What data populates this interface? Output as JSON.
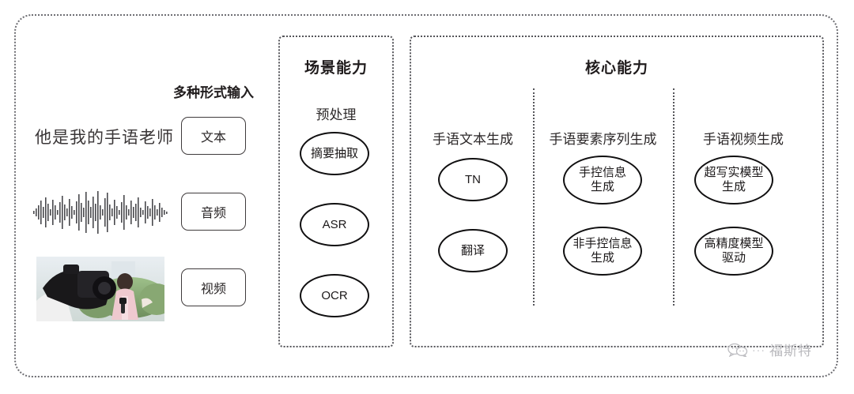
{
  "diagram": {
    "input_section": {
      "heading": "多种形式输入",
      "sample_text": "他是我的手语老师",
      "modalities": [
        {
          "label": "文本",
          "media": "text-sample"
        },
        {
          "label": "音频",
          "media": "audio-waveform"
        },
        {
          "label": "视频",
          "media": "video-thumbnail"
        }
      ]
    },
    "panels": [
      {
        "id": "scene",
        "title": "场景能力",
        "groups": [
          {
            "label": "预处理",
            "nodes": [
              "摘要抽取",
              "ASR",
              "OCR"
            ]
          }
        ]
      },
      {
        "id": "core",
        "title": "核心能力",
        "groups": [
          {
            "label": "手语文本生成",
            "nodes": [
              "TN",
              "翻译"
            ]
          },
          {
            "label": "手语要素序列生成",
            "nodes": [
              "手控信息\n生成",
              "非手控信息\n生成"
            ]
          },
          {
            "label": "手语视频生成",
            "nodes": [
              "超写实模型\n生成",
              "高精度模型\n驱动"
            ]
          }
        ]
      }
    ],
    "watermark": {
      "text": "福斯特",
      "icon": "wechat-bubble-icon",
      "dots": "···"
    },
    "colors": {
      "border": "#55555a",
      "node_border": "#100f10",
      "text": "#201c1d",
      "watermark": "#b9b9bd"
    }
  }
}
